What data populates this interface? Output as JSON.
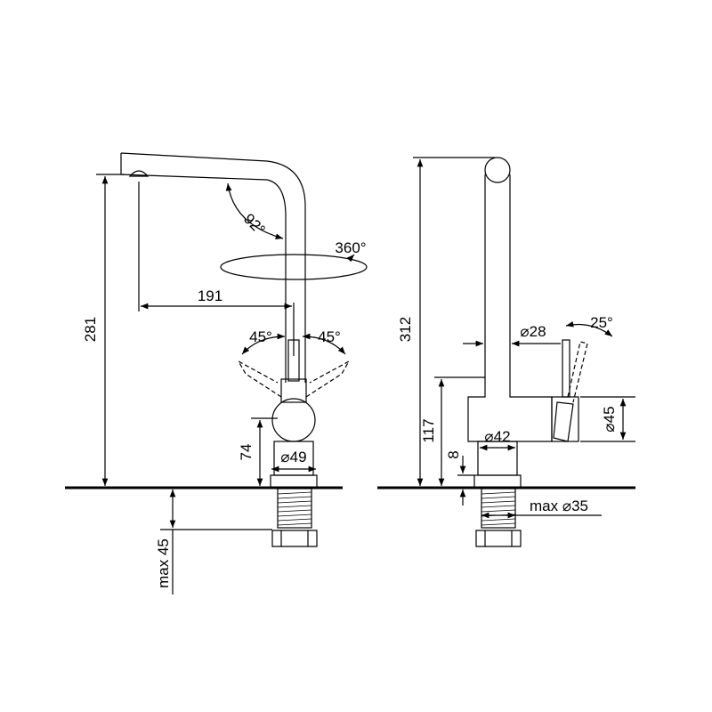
{
  "front_view": {
    "height": "281",
    "spout_reach": "191",
    "spout_angle": "92°",
    "rotation": "360°",
    "lever_left_angle": "45°",
    "lever_right_angle": "45°",
    "body_height": "74",
    "body_diameter": "⌀49",
    "max_counter_thickness": "max 45"
  },
  "side_view": {
    "height": "312",
    "spout_diameter": "⌀28",
    "lever_angle": "25°",
    "lever_height": "117",
    "body_diameter": "⌀42",
    "base_height": "8",
    "lever_diameter": "⌀45",
    "max_hole_diameter": "max ⌀35"
  },
  "colors": {
    "line": "#000000",
    "background": "#ffffff"
  }
}
